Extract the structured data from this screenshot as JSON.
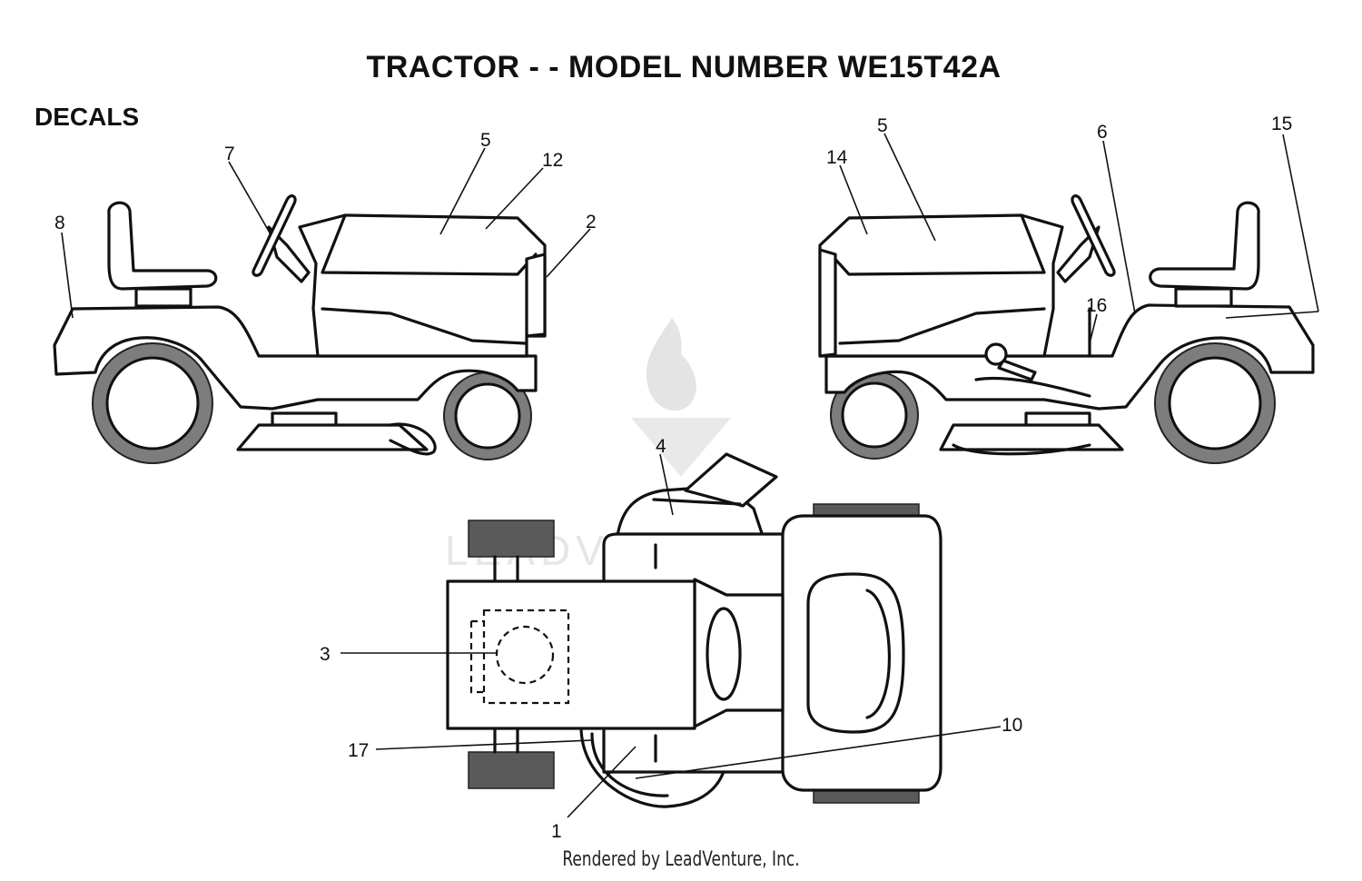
{
  "title": "TRACTOR - - MODEL NUMBER WE15T42A",
  "section_label": "DECALS",
  "footer": "Rendered by LeadVenture, Inc.",
  "watermark": "LEADVENTURE",
  "callouts": {
    "c1": "1",
    "c2": "2",
    "c3": "3",
    "c4": "4",
    "c5a": "5",
    "c5b": "5",
    "c6": "6",
    "c7": "7",
    "c8": "8",
    "c10": "10",
    "c12": "12",
    "c14": "14",
    "c15": "15",
    "c16": "16",
    "c17": "17"
  }
}
